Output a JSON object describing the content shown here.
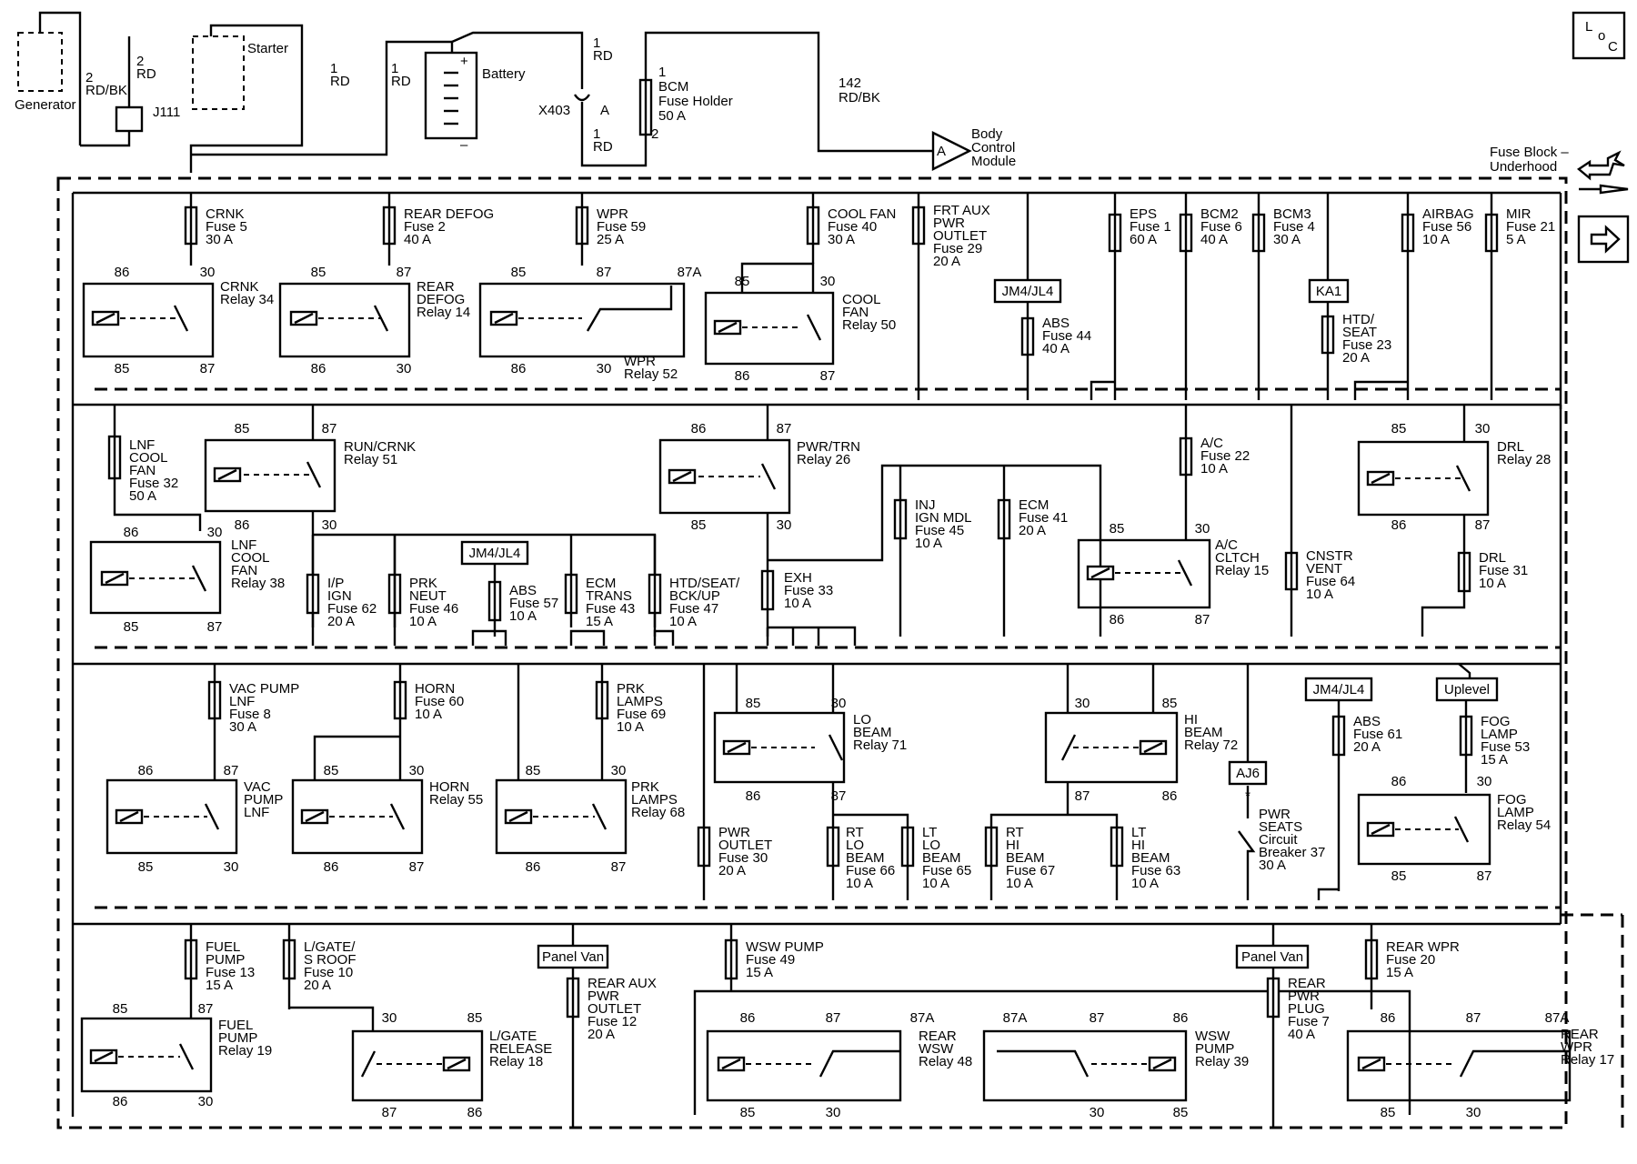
{
  "loc_symbol": {
    "l": "L",
    "o": "o",
    "c": "C"
  },
  "top": {
    "generator": "Generator",
    "starter": "Starter",
    "battery": "Battery",
    "battery_plus": "+",
    "battery_minus": "–",
    "j111": "J111",
    "x403": "X403",
    "x403_pin": "A",
    "bcm_fuse": [
      "BCM",
      "Fuse Holder",
      "50 A"
    ],
    "bcm_fuse_pins": [
      "1",
      "2"
    ],
    "bcm_module": [
      "Body",
      "Control",
      "Module"
    ],
    "bcm_module_pin": "A",
    "wires": {
      "gen": [
        "2",
        "RD/BK"
      ],
      "starter_a": [
        "2",
        "RD"
      ],
      "starter_b": [
        "1",
        "RD"
      ],
      "battery": [
        "1",
        "RD"
      ],
      "x403_top": [
        "1",
        "RD"
      ],
      "x403_bottom": [
        "1",
        "RD"
      ],
      "bcm_out": [
        "142",
        "RD/BK"
      ]
    }
  },
  "fuse_block_label": [
    "Fuse Block –",
    "Underhood"
  ],
  "components": {
    "crnk_fuse": [
      "CRNK",
      "Fuse 5",
      "30 A"
    ],
    "rear_defog_fuse": [
      "REAR DEFOG",
      "Fuse 2",
      "40 A"
    ],
    "wpr_fuse": [
      "WPR",
      "Fuse 59",
      "25 A"
    ],
    "cool_fan_fuse": [
      "COOL FAN",
      "Fuse 40",
      "30 A"
    ],
    "frt_aux_fuse": [
      "FRT AUX",
      "PWR",
      "OUTLET",
      "Fuse 29",
      "20 A"
    ],
    "eps_fuse": [
      "EPS",
      "Fuse 1",
      "60 A"
    ],
    "bcm2_fuse": [
      "BCM2",
      "Fuse 6",
      "40 A"
    ],
    "bcm3_fuse": [
      "BCM3",
      "Fuse 4",
      "30 A"
    ],
    "airbag_fuse": [
      "AIRBAG",
      "Fuse 56",
      "10 A"
    ],
    "mir_fuse": [
      "MIR",
      "Fuse 21",
      "5 A"
    ],
    "abs44_fuse": [
      "ABS",
      "Fuse 44",
      "40 A"
    ],
    "htd_seat_fuse": [
      "HTD/",
      "SEAT",
      "Fuse 23",
      "20 A"
    ],
    "crnk_relay": [
      "CRNK",
      "Relay 34"
    ],
    "rear_defog_relay": [
      "REAR",
      "DEFOG",
      "Relay 14"
    ],
    "wpr_relay": [
      "WPR",
      "Relay 52"
    ],
    "cool_fan_relay": [
      "COOL",
      "FAN",
      "Relay 50"
    ],
    "lnf_cool_fan_fuse": [
      "LNF",
      "COOL",
      "FAN",
      "Fuse 32",
      "50 A"
    ],
    "lnf_cool_fan_relay": [
      "LNF",
      "COOL",
      "FAN",
      "Relay 38"
    ],
    "run_crnk_relay": [
      "RUN/CRNK",
      "Relay 51"
    ],
    "pwr_trn_relay": [
      "PWR/TRN",
      "Relay 26"
    ],
    "ac_fuse": [
      "A/C",
      "Fuse 22",
      "10 A"
    ],
    "drl_relay": [
      "DRL",
      "Relay 28"
    ],
    "inj_fuse": [
      "INJ",
      "IGN MDL",
      "Fuse 45",
      "10 A"
    ],
    "ecm_fuse": [
      "ECM",
      "Fuse 41",
      "20 A"
    ],
    "ac_clutch_relay": [
      "A/C",
      "CLTCH",
      "Relay 15"
    ],
    "cnstr_vent_fuse": [
      "CNSTR",
      "VENT",
      "Fuse 64",
      "10 A"
    ],
    "drl_fuse": [
      "DRL",
      "Fuse 31",
      "10 A"
    ],
    "ip_ign_fuse": [
      "I/P",
      "IGN",
      "Fuse 62",
      "20 A"
    ],
    "prk_neut_fuse": [
      "PRK",
      "NEUT",
      "Fuse 46",
      "10 A"
    ],
    "abs57_fuse": [
      "ABS",
      "Fuse 57",
      "10 A"
    ],
    "ecm_trans_fuse": [
      "ECM",
      "TRANS",
      "Fuse 43",
      "15 A"
    ],
    "htd_bckup_fuse": [
      "HTD/SEAT/",
      "BCK/UP",
      "Fuse 47",
      "10 A"
    ],
    "exh_fuse": [
      "EXH",
      "Fuse 33",
      "10 A"
    ],
    "vac_pump_fuse": [
      "VAC PUMP",
      "LNF",
      "Fuse 8",
      "30 A"
    ],
    "horn_fuse": [
      "HORN",
      "Fuse 60",
      "10 A"
    ],
    "prk_lamps_fuse": [
      "PRK",
      "LAMPS",
      "Fuse 69",
      "10 A"
    ],
    "vac_pump_relay": [
      "VAC",
      "PUMP",
      "LNF"
    ],
    "horn_relay": [
      "HORN",
      "Relay 55"
    ],
    "prk_lamps_relay": [
      "PRK",
      "LAMPS",
      "Relay 68"
    ],
    "lo_beam_relay": [
      "LO",
      "BEAM",
      "Relay 71"
    ],
    "hi_beam_relay": [
      "HI",
      "BEAM",
      "Relay 72"
    ],
    "pwr_outlet_fuse": [
      "PWR",
      "OUTLET",
      "Fuse 30",
      "20 A"
    ],
    "rt_lo_fuse": [
      "RT",
      "LO",
      "BEAM",
      "Fuse 66",
      "10 A"
    ],
    "lt_lo_fuse": [
      "LT",
      "LO",
      "BEAM",
      "Fuse 65",
      "10 A"
    ],
    "rt_hi_fuse": [
      "RT",
      "HI",
      "BEAM",
      "Fuse 67",
      "10 A"
    ],
    "lt_hi_fuse": [
      "LT",
      "HI",
      "BEAM",
      "Fuse 63",
      "10 A"
    ],
    "pwr_seats_cb": [
      "PWR",
      "SEATS",
      "Circuit",
      "Breaker 37",
      "30 A"
    ],
    "abs61_fuse": [
      "ABS",
      "Fuse 61",
      "20 A"
    ],
    "fog_fuse": [
      "FOG",
      "LAMP",
      "Fuse 53",
      "15 A"
    ],
    "fog_relay": [
      "FOG",
      "LAMP",
      "Relay 54"
    ],
    "fuel_pump_fuse": [
      "FUEL",
      "PUMP",
      "Fuse 13",
      "15 A"
    ],
    "lgate_fuse": [
      "L/GATE/",
      "S ROOF",
      "Fuse 10",
      "20 A"
    ],
    "rear_aux_fuse": [
      "REAR AUX",
      "PWR",
      "OUTLET",
      "Fuse 12",
      "20 A"
    ],
    "wsw_pump_fuse": [
      "WSW PUMP",
      "Fuse 49",
      "15 A"
    ],
    "rear_pwr_plug_fuse": [
      "REAR",
      "PWR",
      "PLUG",
      "Fuse 7",
      "40 A"
    ],
    "rear_wpr_fuse": [
      "REAR WPR",
      "Fuse 20",
      "15 A"
    ],
    "fuel_pump_relay": [
      "FUEL",
      "PUMP",
      "Relay 19"
    ],
    "lgate_relay": [
      "L/GATE",
      "RELEASE",
      "Relay 18"
    ],
    "rear_wsw_relay": [
      "REAR",
      "WSW",
      "Relay 48"
    ],
    "wsw_pump_relay": [
      "WSW",
      "PUMP",
      "Relay 39"
    ],
    "rear_wpr_relay": [
      "REAR",
      "WPR",
      "Relay 17"
    ]
  },
  "options": {
    "jm4_a": "JM4/JL4",
    "jm4_b": "JM4/JL4",
    "jm4_c": "JM4/JL4",
    "ka1": "KA1",
    "aj6": "AJ6",
    "uplevel": "Uplevel",
    "panel_van_a": "Panel Van",
    "panel_van_b": "Panel Van"
  },
  "pins": {
    "p85": "85",
    "p86": "86",
    "p87": "87",
    "p30": "30",
    "p87a": "87A",
    "star": "*"
  }
}
